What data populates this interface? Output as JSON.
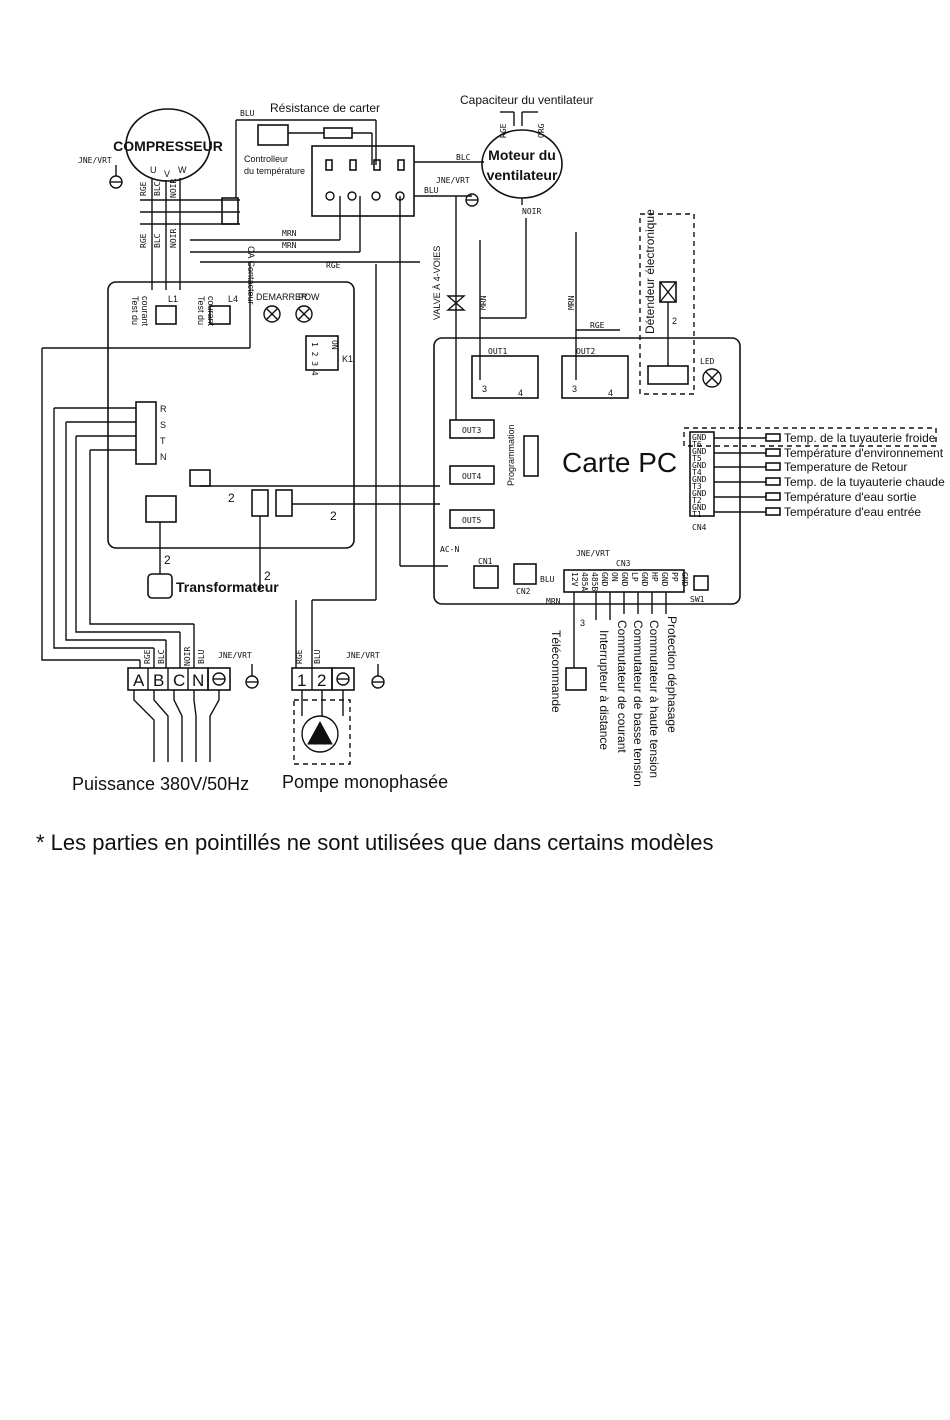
{
  "compressor": {
    "title": "COMPRESSEUR",
    "pin_u": "U",
    "pin_v": "V",
    "pin_w": "W",
    "ground": "JNE/VRT"
  },
  "crankcase_heater": "Résistance de carter",
  "temp_controller": [
    "Controlleur",
    "du température"
  ],
  "contactor": "CA Contacteur",
  "fan_capacitor": "Capaciteur du ventilateur",
  "fan_motor": [
    "Moteur du",
    "ventilateur"
  ],
  "four_way_valve": "VALVE À 4-VOIES",
  "expansion_valve": "Détendeur électronique",
  "current_tests": [
    [
      "Test du",
      "courant"
    ],
    [
      "Test du",
      "courant"
    ]
  ],
  "current_coils": [
    "L1",
    "L4"
  ],
  "indicators": {
    "start": "DEMARRER",
    "power": "POW",
    "led": "LED"
  },
  "dip_switch": {
    "label": "K1",
    "on": "ON",
    "digits": "1 2 3 4"
  },
  "terminal_rstn": [
    "R",
    "S",
    "T",
    "N"
  ],
  "transformer": "Transformateur",
  "wire_multiplicity": "2",
  "remote_multiplicity": "3",
  "pcb": {
    "title": "Carte PC",
    "programming": "Programmation",
    "outputs": [
      "OUT1",
      "OUT2",
      "OUT3",
      "OUT4",
      "OUT5"
    ],
    "out_pins": [
      "3",
      "4"
    ],
    "connectors": [
      "CN1",
      "CN2",
      "CN3",
      "CN4"
    ],
    "ac_n": "AC-N",
    "sw1": "SW1",
    "cn3_pins": [
      "12V",
      "485A",
      "485B",
      "GND",
      "ON",
      "GND",
      "LP",
      "GND",
      "HP",
      "GND",
      "PP",
      "GND"
    ],
    "cn4_pins": [
      "GND",
      "T6",
      "GND",
      "T5",
      "GND",
      "T4",
      "GND",
      "T3",
      "GND",
      "T2",
      "GND",
      "T1"
    ]
  },
  "sensors": [
    "Temp. de la tuyauterie froide",
    "Température d'environnement",
    "Temperature de Retour",
    "Temp. de la tuyauterie chaude",
    "Température d'eau sortie",
    "Température d'eau entrée"
  ],
  "bottom_labels": [
    "Protection déphasage",
    "Commutateur à haute tension",
    "Commutateur de basse tension",
    "Commutateur de courant",
    "Interrupteur à distance",
    "Télécommande"
  ],
  "wire_colors": {
    "red": "RGE",
    "blue": "BLU",
    "white": "BLC",
    "black": "NOIR",
    "brown": "MRN",
    "yellow_green": "JNE/VRT",
    "orange": "ORG"
  },
  "power_terminal": [
    "A",
    "B",
    "C",
    "N"
  ],
  "pump_terminal": [
    "1",
    "2"
  ],
  "power_label": "Puissance 380V/50Hz",
  "pump_label": "Pompe monophasée",
  "footnote": "* Les parties en pointillés ne sont utilisées que dans certains modèles"
}
